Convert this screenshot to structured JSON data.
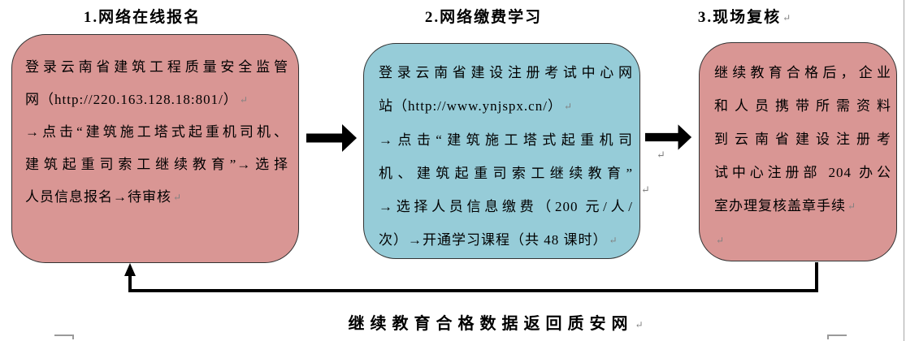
{
  "diagram": {
    "steps": [
      {
        "title": "1.网络在线报名",
        "fill_color": "#d99694",
        "lines": [
          "登录云南省建筑工程质量安全监管",
          "网（http://220.163.128.18:801/）",
          "→点击“建筑施工塔式起重机司机、",
          "建筑起重司索工继续教育”→选择",
          "人员信息报名→待审核"
        ]
      },
      {
        "title": "2.网络缴费学习",
        "fill_color": "#96ccd8",
        "lines": [
          "登录云南省建设注册考试中心网",
          "站（http://www.ynjspx.cn/）",
          "→点击“建筑施工塔式起重机司",
          "机、建筑起重司索工继续教育”",
          "→选择人员信息缴费（200 元/人/",
          "次）→开通学习课程（共 48 课时）"
        ]
      },
      {
        "title": "3.现场复核",
        "fill_color": "#d99694",
        "lines": [
          "继续教育合格后，企业",
          "和人员携带所需资料",
          "到云南省建设注册考",
          "试中心注册部 204 办公",
          "室办理复核盖章手续"
        ]
      }
    ],
    "return_flow_label": "继续教育合格数据返回质安网",
    "marks": {
      "paragraph_return": "↵"
    },
    "colors": {
      "arrow": "#000000",
      "box_border": "#333333"
    }
  }
}
